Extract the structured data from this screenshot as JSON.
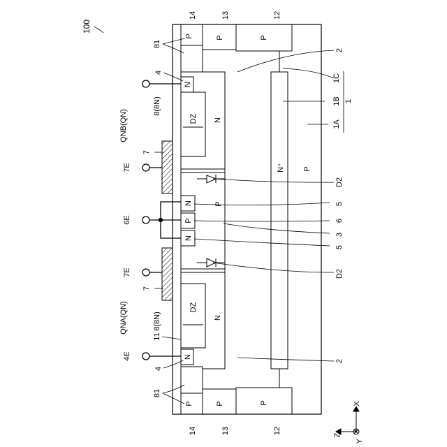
{
  "figure": {
    "ref_main": "100",
    "ref_substrate": "1",
    "ref_1A": "1A",
    "ref_1B": "1B",
    "ref_1C": "1C",
    "ref_2": "2",
    "ref_3": "3",
    "ref_4": "4",
    "ref_4E": "4E",
    "ref_5": "5",
    "ref_6": "6",
    "ref_6E": "6E",
    "ref_7": "7",
    "ref_7E": "7E",
    "ref_8": "8(8N)",
    "ref_11": "11",
    "ref_12": "12",
    "ref_13": "13",
    "ref_14": "14",
    "ref_81": "81",
    "ref_D2": "D2",
    "label_QNb": "QNB(QN)",
    "label_QNa": "QNA(QN)",
    "region_P": "P",
    "region_N": "N",
    "region_Nplus": "N⁺",
    "region_DZ": "DZ",
    "axis_X": "X",
    "axis_Y": "Y",
    "axis_Z": "Z"
  }
}
